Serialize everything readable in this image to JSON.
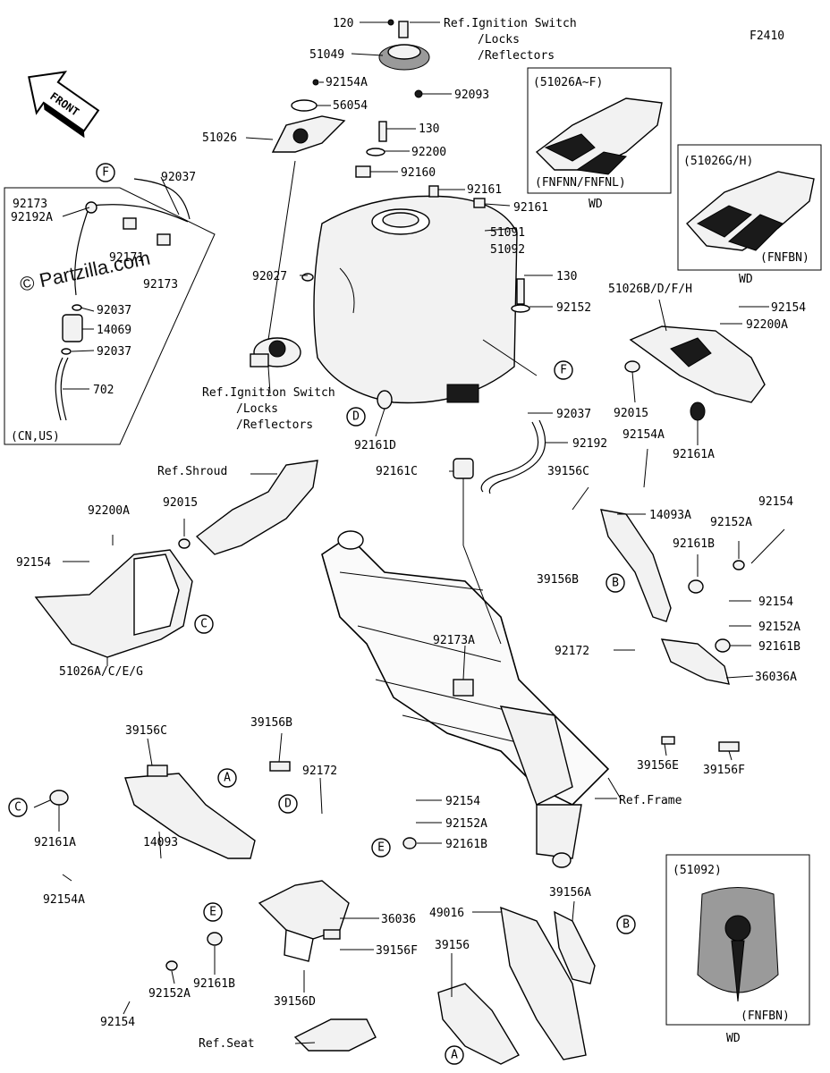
{
  "diagram_code": "F2410",
  "front_arrow": {
    "text": "FRONT"
  },
  "watermark": "© Partzilla.com",
  "refs": {
    "ignition_top": [
      "Ref.Ignition Switch",
      "/Locks",
      "/Reflectors"
    ],
    "ignition_mid": [
      "Ref.Ignition Switch",
      "/Locks",
      "/Reflectors"
    ],
    "shroud": "Ref.Shroud",
    "frame": "Ref.Frame",
    "seat": "Ref.Seat"
  },
  "inset_left": {
    "region": "(CN,US)",
    "callout": "F"
  },
  "inset_a": {
    "title": "(51026A~F)",
    "variant": "(FNFNN/FNFNL)",
    "note": "WD"
  },
  "inset_b": {
    "title": "(51026G/H)",
    "variant": "(FNFBN)",
    "note": "WD"
  },
  "inset_c": {
    "title": "(51092)",
    "variant": "(FNFBN)",
    "note": "WD"
  },
  "callouts": {
    "A": "A",
    "B": "B",
    "C": "C",
    "D": "D",
    "E": "E",
    "F": "F"
  },
  "parts": [
    "120",
    "51049",
    "92093",
    "92154A",
    "56054",
    "51026",
    "130",
    "92200",
    "92160",
    "92161",
    "92161",
    "51091",
    "51092",
    "92027",
    "130",
    "92152",
    "51026B/D/F/H",
    "92154",
    "92200A",
    "92015",
    "92161A",
    "92037",
    "92161D",
    "92192",
    "92161C",
    "92154A",
    "39156C",
    "14093A",
    "92154",
    "92152A",
    "92161B",
    "39156B",
    "92154",
    "92152A",
    "92172",
    "92161B",
    "92173A",
    "36036A",
    "39156E",
    "39156F",
    "92200A",
    "92015",
    "92154",
    "51026A/C/E/G",
    "39156C",
    "39156B",
    "92172",
    "92161A",
    "14093",
    "92154A",
    "92154",
    "92152A",
    "92161B",
    "36036",
    "39156F",
    "49016",
    "39156A",
    "39156",
    "39156D",
    "92161B",
    "92152A",
    "92154",
    "92037",
    "92173",
    "92192A",
    "92171",
    "92173",
    "92037",
    "14069",
    "92037",
    "702"
  ]
}
